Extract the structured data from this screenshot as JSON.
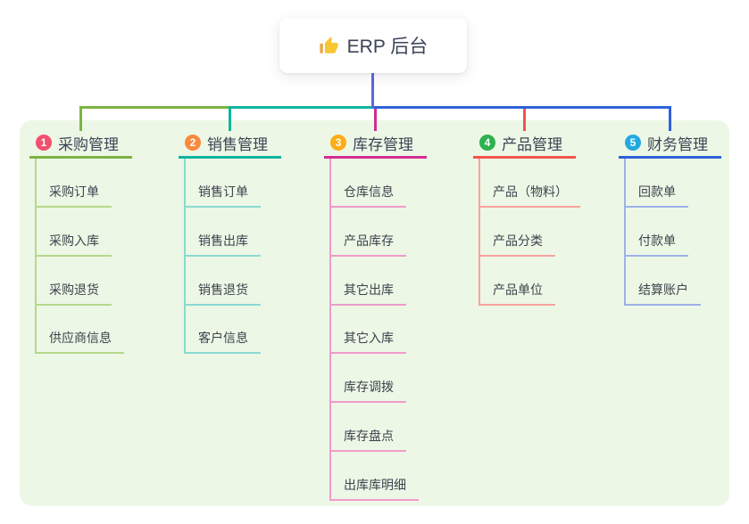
{
  "canvas": {
    "background": "#ffffff",
    "panel_background": "#edf7e6"
  },
  "root": {
    "label": "ERP 后台",
    "icon": "thumbs-up-icon",
    "line_color": "#5b67d8"
  },
  "text_colors": {
    "root": "#3b4456",
    "branch_title": "#3c4454",
    "child": "#3d434d"
  },
  "branches": [
    {
      "badge": "1",
      "badge_color": "#f2506e",
      "line_color": "#7cb342",
      "child_line_color": "#b5d98c",
      "title": "采购管理",
      "children": [
        "采购订单",
        "采购入库",
        "采购退货",
        "供应商信息"
      ]
    },
    {
      "badge": "2",
      "badge_color": "#f98a3e",
      "line_color": "#10b5a0",
      "child_line_color": "#8adbd0",
      "title": "销售管理",
      "children": [
        "销售订单",
        "销售出库",
        "销售退货",
        "客户信息"
      ]
    },
    {
      "badge": "3",
      "badge_color": "#fcad17",
      "line_color": "#d02e92",
      "child_line_color": "#f09cc9",
      "title": "库存管理",
      "children": [
        "仓库信息",
        "产品库存",
        "其它出库",
        "其它入库",
        "库存调拨",
        "库存盘点",
        "出库库明细"
      ]
    },
    {
      "badge": "4",
      "badge_color": "#2eb150",
      "line_color": "#f2544e",
      "child_line_color": "#f9a29d",
      "title": "产品管理",
      "children": [
        "产品（物料）",
        "产品分类",
        "产品单位"
      ]
    },
    {
      "badge": "5",
      "badge_color": "#21a9e1",
      "line_color": "#2f62d8",
      "child_line_color": "#9db1e8",
      "title": "财务管理",
      "children": [
        "回款单",
        "付款单",
        "结算账户"
      ]
    }
  ]
}
